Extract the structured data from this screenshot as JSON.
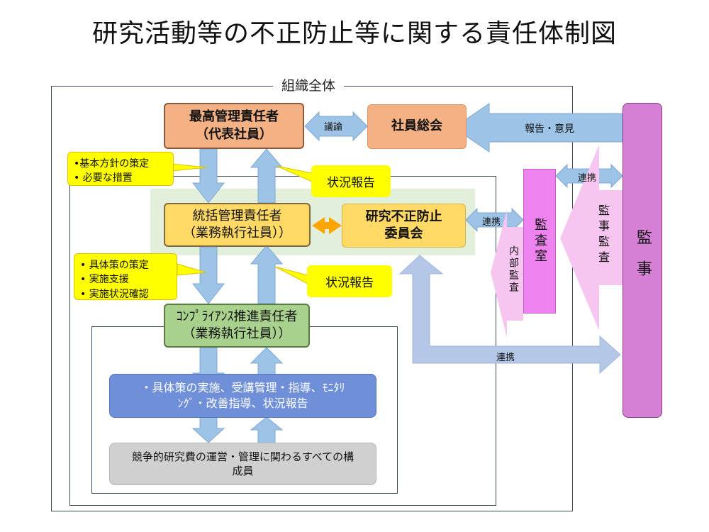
{
  "title": "研究活動等の不正防止等に関する責任体制図",
  "outer_frame_label": "組織全体",
  "boxes": {
    "top_manager": "最高管理責任者\n（代表社員）",
    "general_meeting": "社員総会",
    "unified_manager": "統括管理責任者\n（業務執行社員））",
    "committee": "研究不正防止\n委員会",
    "compliance": "ｺﾝﾌﾟﾗｲｱﾝｽ推進責任者\n（業務執行社員））",
    "measures": "・具体策の実施、受講管理・指導、ﾓﾆﾀﾘ\nﾝｸﾞ・改善指導、状況報告",
    "members": "競争的研究費の運営・管理に関わるすべての構\n成員",
    "audit_room": "監査室",
    "auditor": "監事"
  },
  "callouts": {
    "policy": "•基本方針の策定\n• 必要な措置",
    "measures": "• 具体策の策定\n• 実施支援\n• 実施状況確認",
    "status_report_1": "状況報告",
    "status_report_2": "状況報告"
  },
  "arrow_labels": {
    "discussion": "議論",
    "report_opinion": "報告・意見",
    "cooperation_1": "連携",
    "cooperation_2": "連携",
    "cooperation_3": "連携",
    "internal_audit": "内部監査",
    "auditor_audit": "監事監査"
  },
  "colors": {
    "top_manager": "#f4b183",
    "general_meeting": "#f4b183",
    "unified_manager": "#ffd966",
    "committee": "#ffd966",
    "compliance": "#a9d18e",
    "measures": "#6f8fd8",
    "members": "#d0d0d0",
    "audit_room": "#ee82ee",
    "auditor": "#d57fd5",
    "highlight": "#e2efda",
    "arrow_blue": "#9dc3e6",
    "arrow_pink": "#f7c6f0",
    "callout": "#ffff00",
    "orange_link": "#ffa500"
  }
}
